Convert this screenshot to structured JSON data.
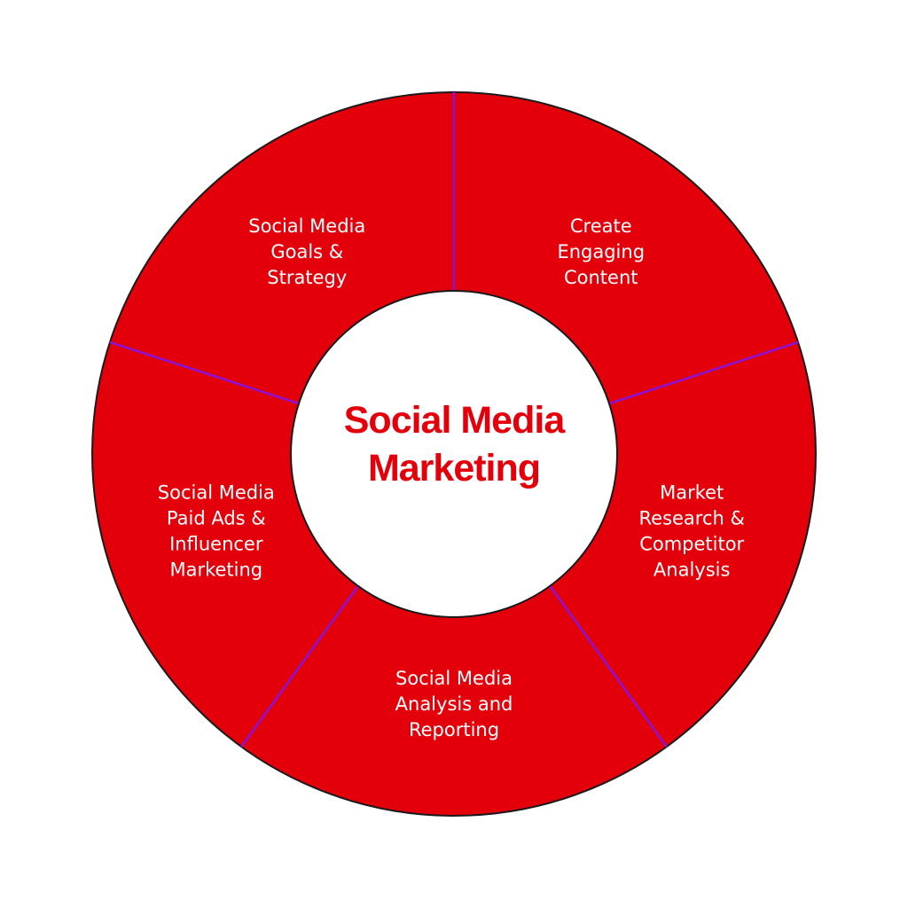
{
  "diagram": {
    "center": {
      "lines": [
        "Social Media",
        "Marketing"
      ]
    },
    "segments": [
      {
        "lines": [
          "Create",
          "Engaging",
          "Content"
        ]
      },
      {
        "lines": [
          "Market",
          "Research &",
          "Competitor",
          "Analysis"
        ]
      },
      {
        "lines": [
          "Social Media",
          "Analysis and",
          "Reporting"
        ]
      },
      {
        "lines": [
          "Social Media",
          "Paid Ads &",
          "Influencer",
          "Marketing"
        ]
      },
      {
        "lines": [
          "Social Media",
          "Goals &",
          "Strategy"
        ]
      }
    ],
    "colors": {
      "segment_fill": "#e3000b",
      "divider": "#8b12d9",
      "outline": "#1a1a1a",
      "center_fill": "#ffffff",
      "center_text": "#e3000b",
      "segment_text": "#ffffff"
    }
  }
}
